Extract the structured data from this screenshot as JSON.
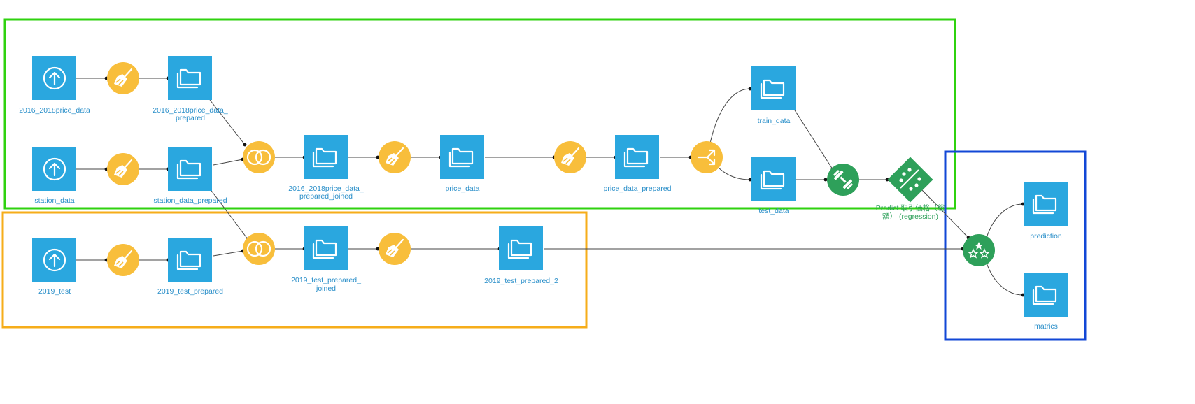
{
  "zones": [
    {
      "id": "zone-main",
      "color": "#2fd20f"
    },
    {
      "id": "zone-test",
      "color": "#f6ad1a"
    },
    {
      "id": "zone-output",
      "color": "#1247d6"
    }
  ],
  "datasets": {
    "price_2016_2018": "2016_2018price_data",
    "price_2016_2018_prepared_l1": "2016_2018price_data_",
    "price_2016_2018_prepared_l2": "prepared",
    "station_data": "station_data",
    "station_data_prepared": "station_data_prepared",
    "joined_l1": "2016_2018price_data_",
    "joined_l2": "prepared_joined",
    "price_data": "price_data",
    "price_data_prepared": "price_data_prepared",
    "train_data": "train_data",
    "test_data": "test_data",
    "test_2019": "2019_test",
    "test_2019_prepared": "2019_test_prepared",
    "test_2019_prepared_joined_l1": "2019_test_prepared_",
    "test_2019_prepared_joined_l2": "joined",
    "test_2019_prepared_2": "2019_test_prepared_2",
    "prediction": "prediction",
    "matrics": "matrics"
  },
  "model": {
    "label_l1": "Predict 取引価格（総",
    "label_l2": "額） (regression)"
  },
  "icons": {
    "upload": "upload-icon",
    "prepare": "broom-icon",
    "dataset": "folder-icon",
    "join": "join-icon",
    "split": "split-icon",
    "train": "dumbbell-icon",
    "model": "model-icon",
    "score": "stars-icon"
  },
  "colors": {
    "dataset": "#2aa7df",
    "recipe": "#f8be3b",
    "ml": "#2ea05a"
  }
}
